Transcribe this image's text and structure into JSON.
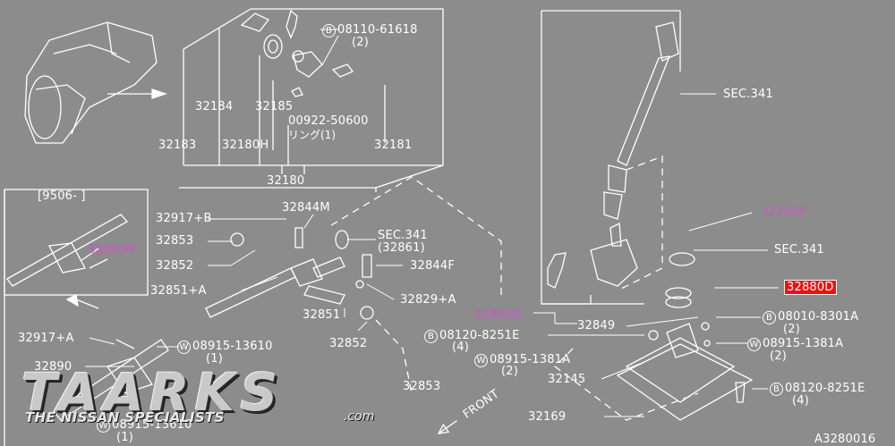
{
  "colors": {
    "background": "#8c8c8c",
    "line": "#ffffff",
    "magenta": "#cc55cc",
    "highlight": "#ee1111"
  },
  "labels": {
    "p08110": "08110-61618",
    "p08110_qty": "(2)",
    "p32184": "32184",
    "p32185": "32185",
    "p00922": "00922-50600",
    "ring": "リング(1)",
    "p32183": "32183",
    "p32180H": "32180H",
    "p32181": "32181",
    "p32180": "32180",
    "sec341_top": "SEC.341",
    "date_range": "[9506-    ]",
    "p32890M": "32890M",
    "p32917B": "32917+B",
    "p32853a": "32853",
    "p32852a": "32852",
    "p32851A": "32851+A",
    "p32844M": "32844M",
    "sec341_mid": "SEC.341",
    "p32861": "(32861)",
    "p32844F": "32844F",
    "p32829A": "32829+A",
    "p32850N": "32850N",
    "p32849": "32849",
    "p32851": "32851",
    "p32852b": "32852",
    "p32204P": "32204P",
    "sec341_right": "SEC.341",
    "p32880D": "32880D",
    "p08010": "08010-8301A",
    "p08010_qty": "(2)",
    "p08915_r": "08915-1381A",
    "p08915_r_qty": "(2)",
    "p08120_mid": "08120-8251E",
    "p08120_mid_qty": "(4)",
    "p08915_mid": "08915-1381A",
    "p08915_mid_qty": "(2)",
    "p32145": "32145",
    "p08120_r": "08120-8251E",
    "p08120_r_qty": "(4)",
    "p32169": "32169",
    "p32917A": "32917+A",
    "p08915_13610": "08915-13610",
    "p08915_13610_qty": "(1)",
    "p32890": "32890",
    "p08915_bot_qty": "(1)",
    "p08915_bot": "08915-13610",
    "p32853b": "32853",
    "front": "FRONT",
    "diagram_code": "A3280016"
  },
  "markers": {
    "B": "B",
    "W": "W"
  },
  "logo": {
    "main": "TAARKS",
    "tagline": "THE NISSAN SPECIALISTS",
    "domain": ".com"
  }
}
